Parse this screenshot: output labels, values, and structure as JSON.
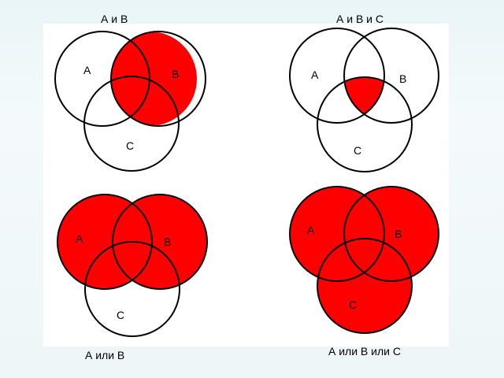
{
  "diagrams": [
    {
      "caption": "А и В",
      "labels": {
        "a": "А",
        "b": "В",
        "c": "С"
      },
      "fill": "intersection_ab",
      "fill_color": "#ff0000"
    },
    {
      "caption": "А и В и С",
      "labels": {
        "a": "А",
        "b": "В",
        "c": "С"
      },
      "fill": "intersection_abc",
      "fill_color": "#ff0000"
    },
    {
      "caption": "А или В",
      "labels": {
        "a": "А",
        "b": "В",
        "c": "С"
      },
      "fill": "union_ab",
      "fill_color": "#ff0000"
    },
    {
      "caption": "А или В или С",
      "labels": {
        "a": "А",
        "b": "В",
        "c": "С"
      },
      "fill": "union_abc",
      "fill_color": "#ff0000"
    }
  ],
  "colors": {
    "fill": "#ff0000",
    "outline": "#000000",
    "panel": "#ffffff"
  }
}
